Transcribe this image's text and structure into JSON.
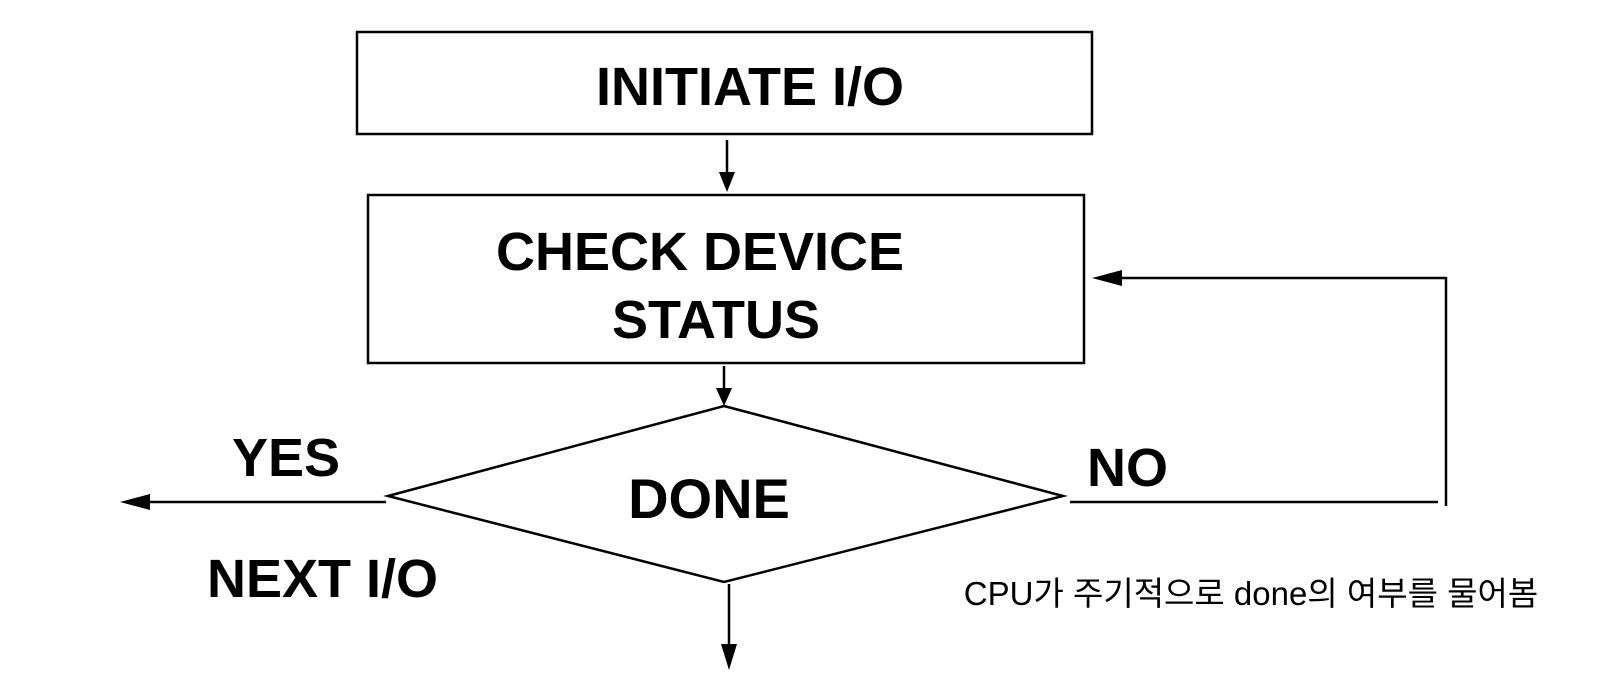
{
  "nodes": {
    "initiate": {
      "label": "INITIATE I/O"
    },
    "check": {
      "line1": "CHECK DEVICE",
      "line2": "STATUS"
    },
    "done": {
      "label": "DONE"
    }
  },
  "edges": {
    "yes_label": "YES",
    "no_label": "NO",
    "next_label": "NEXT I/O"
  },
  "annotation": {
    "text": "CPU가 주기적으로 done의 여부를 물어봄"
  },
  "colors": {
    "stroke": "#000000",
    "background": "#ffffff"
  }
}
